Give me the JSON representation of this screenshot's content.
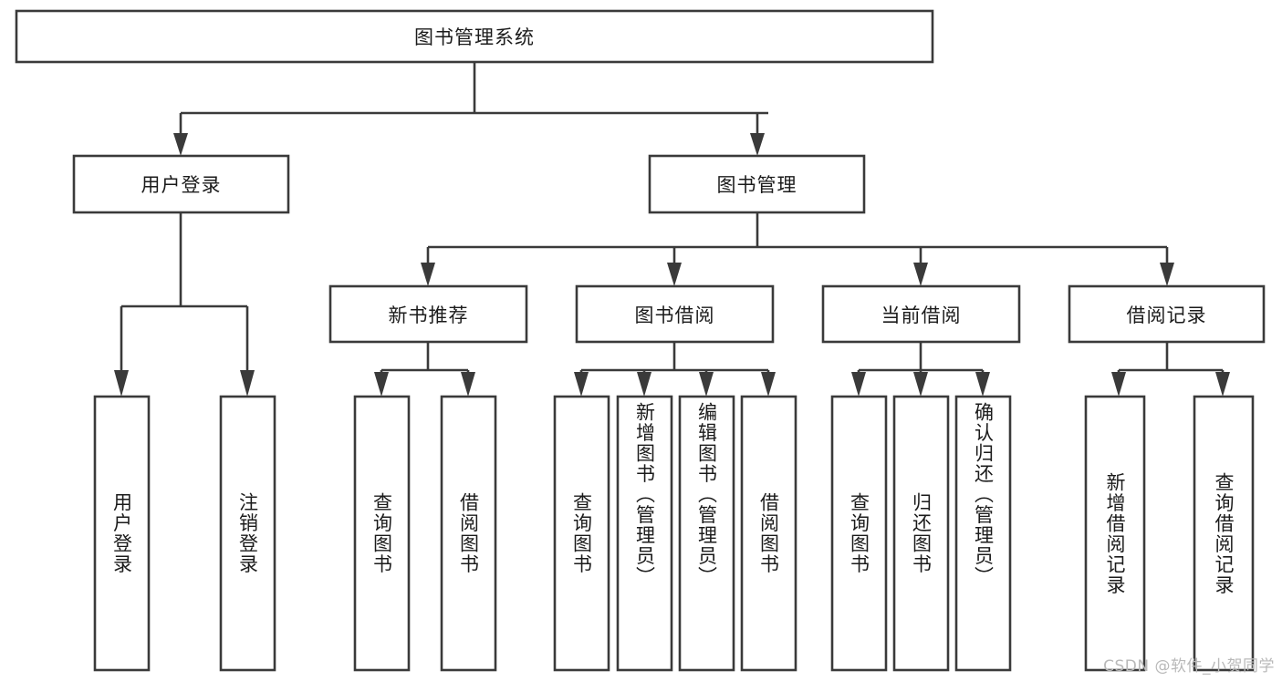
{
  "diagram": {
    "type": "tree-hierarchy",
    "title": "图书管理系统",
    "orientation": "top-down",
    "colors": {
      "box_stroke": "#3a3a3a",
      "box_fill": "#ffffff",
      "text": "#1b1b1b",
      "background": "#ffffff",
      "watermark": "#b9b9b9"
    },
    "levels": {
      "root": {
        "label": "图书管理系统"
      },
      "level2": [
        {
          "label": "用户登录"
        },
        {
          "label": "图书管理"
        }
      ],
      "level3": [
        {
          "label": "新书推荐"
        },
        {
          "label": "图书借阅"
        },
        {
          "label": "当前借阅"
        },
        {
          "label": "借阅记录"
        }
      ],
      "leaves": {
        "user_login": [
          {
            "label": "用户登录"
          },
          {
            "label": "注销登录"
          }
        ],
        "new_book_recommend": [
          {
            "label": "查询图书"
          },
          {
            "label": "借阅图书"
          }
        ],
        "book_borrow": [
          {
            "label": "查询图书"
          },
          {
            "label": "新增图书（管理员）"
          },
          {
            "label": "编辑图书（管理员）"
          },
          {
            "label": "借阅图书"
          }
        ],
        "current_borrow": [
          {
            "label": "查询图书"
          },
          {
            "label": "归还图书"
          },
          {
            "label": "确认归还（管理员）"
          }
        ],
        "borrow_record": [
          {
            "label": "新增借阅记录"
          },
          {
            "label": "查询借阅记录"
          }
        ]
      }
    },
    "edges": [
      {
        "from": "图书管理系统",
        "to": "用户登录"
      },
      {
        "from": "图书管理系统",
        "to": "图书管理"
      },
      {
        "from": "用户登录",
        "to": "用户登录"
      },
      {
        "from": "用户登录",
        "to": "注销登录"
      },
      {
        "from": "图书管理",
        "to": "新书推荐"
      },
      {
        "from": "图书管理",
        "to": "图书借阅"
      },
      {
        "from": "图书管理",
        "to": "当前借阅"
      },
      {
        "from": "图书管理",
        "to": "借阅记录"
      },
      {
        "from": "新书推荐",
        "to": "查询图书"
      },
      {
        "from": "新书推荐",
        "to": "借阅图书"
      },
      {
        "from": "图书借阅",
        "to": "查询图书"
      },
      {
        "from": "图书借阅",
        "to": "新增图书（管理员）"
      },
      {
        "from": "图书借阅",
        "to": "编辑图书（管理员）"
      },
      {
        "from": "图书借阅",
        "to": "借阅图书"
      },
      {
        "from": "当前借阅",
        "to": "查询图书"
      },
      {
        "from": "当前借阅",
        "to": "归还图书"
      },
      {
        "from": "当前借阅",
        "to": "确认归还（管理员）"
      },
      {
        "from": "借阅记录",
        "to": "新增借阅记录"
      },
      {
        "from": "借阅记录",
        "to": "查询借阅记录"
      }
    ]
  },
  "watermark": {
    "text": "CSDN @软件_小贺同学"
  }
}
